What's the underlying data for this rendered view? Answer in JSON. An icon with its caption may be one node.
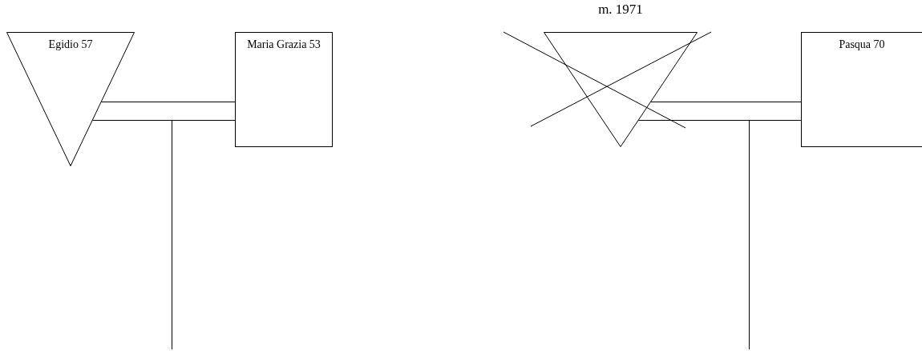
{
  "diagram": {
    "nodes": [
      {
        "text": [
          "Egidio 57"
        ]
      },
      {
        "text": [
          "Maria Grazia 53"
        ]
      },
      {
        "text": [],
        "shape": "triangle",
        "beside": [
          "m. 1971"
        ]
      },
      {
        "text": [
          "Pasqua 70"
        ]
      }
    ],
    "edges": [
      {
        "from": 0,
        "to": 1,
        "arrow": "none"
      },
      {
        "from": 0,
        "to": 1,
        "arrow": "none"
      },
      {
        "from": 2,
        "to": 3,
        "arrow": "none"
      },
      {
        "from": 2,
        "to": 3,
        "arrow": "none"
      }
    ]
  }
}
